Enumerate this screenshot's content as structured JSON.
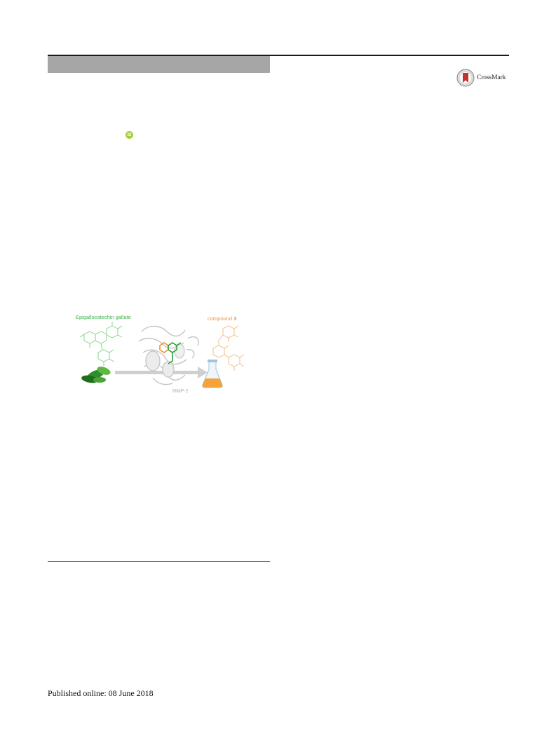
{
  "crossmark": {
    "label": "CrossMark",
    "icon": "crossmark-icon"
  },
  "orcid": {
    "icon": "orcid-icon",
    "label": "iD",
    "color": "#a6ce39"
  },
  "graphical_abstract": {
    "left_label": "Epigallocatechin gallate",
    "right_label_prefix": "compound ",
    "right_label_number": "3",
    "protein_label": "MMP-2",
    "left_color": "#3cb54a",
    "right_color": "#f0922b"
  },
  "footer": {
    "published": "Published online: 08 June 2018"
  }
}
